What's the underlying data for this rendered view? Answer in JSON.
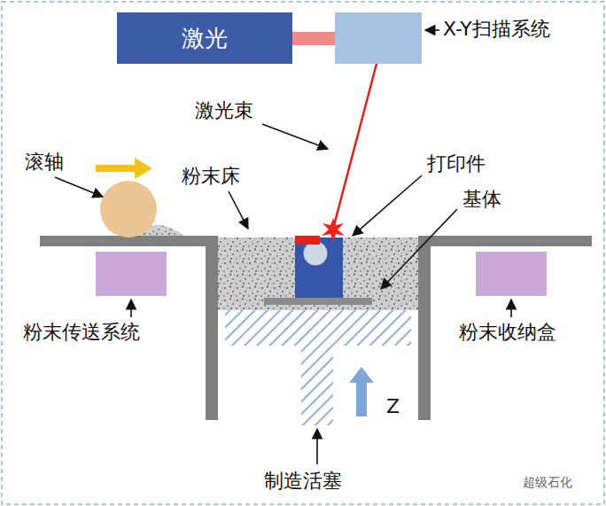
{
  "diagram": {
    "nodes": [
      {
        "text": [
          "激光"
        ]
      }
    ],
    "labels": [
      "X-Y扫描系统",
      "激光束",
      "滚轴",
      "粉末床",
      "打印件",
      "基体",
      "粉末传送系统",
      "粉末收纳盒",
      "制造活塞",
      "Z",
      "超级石化"
    ]
  }
}
